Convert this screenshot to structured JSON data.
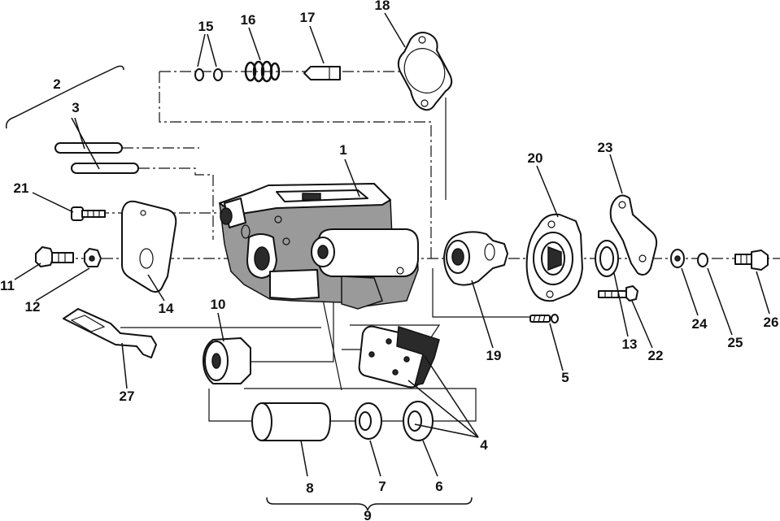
{
  "callouts": [
    "1",
    "2",
    "3",
    "4",
    "5",
    "6",
    "7",
    "8",
    "9",
    "10",
    "11",
    "12",
    "13",
    "14",
    "15",
    "16",
    "17",
    "18",
    "19",
    "20",
    "21",
    "22",
    "23",
    "24",
    "25",
    "26",
    "27"
  ]
}
